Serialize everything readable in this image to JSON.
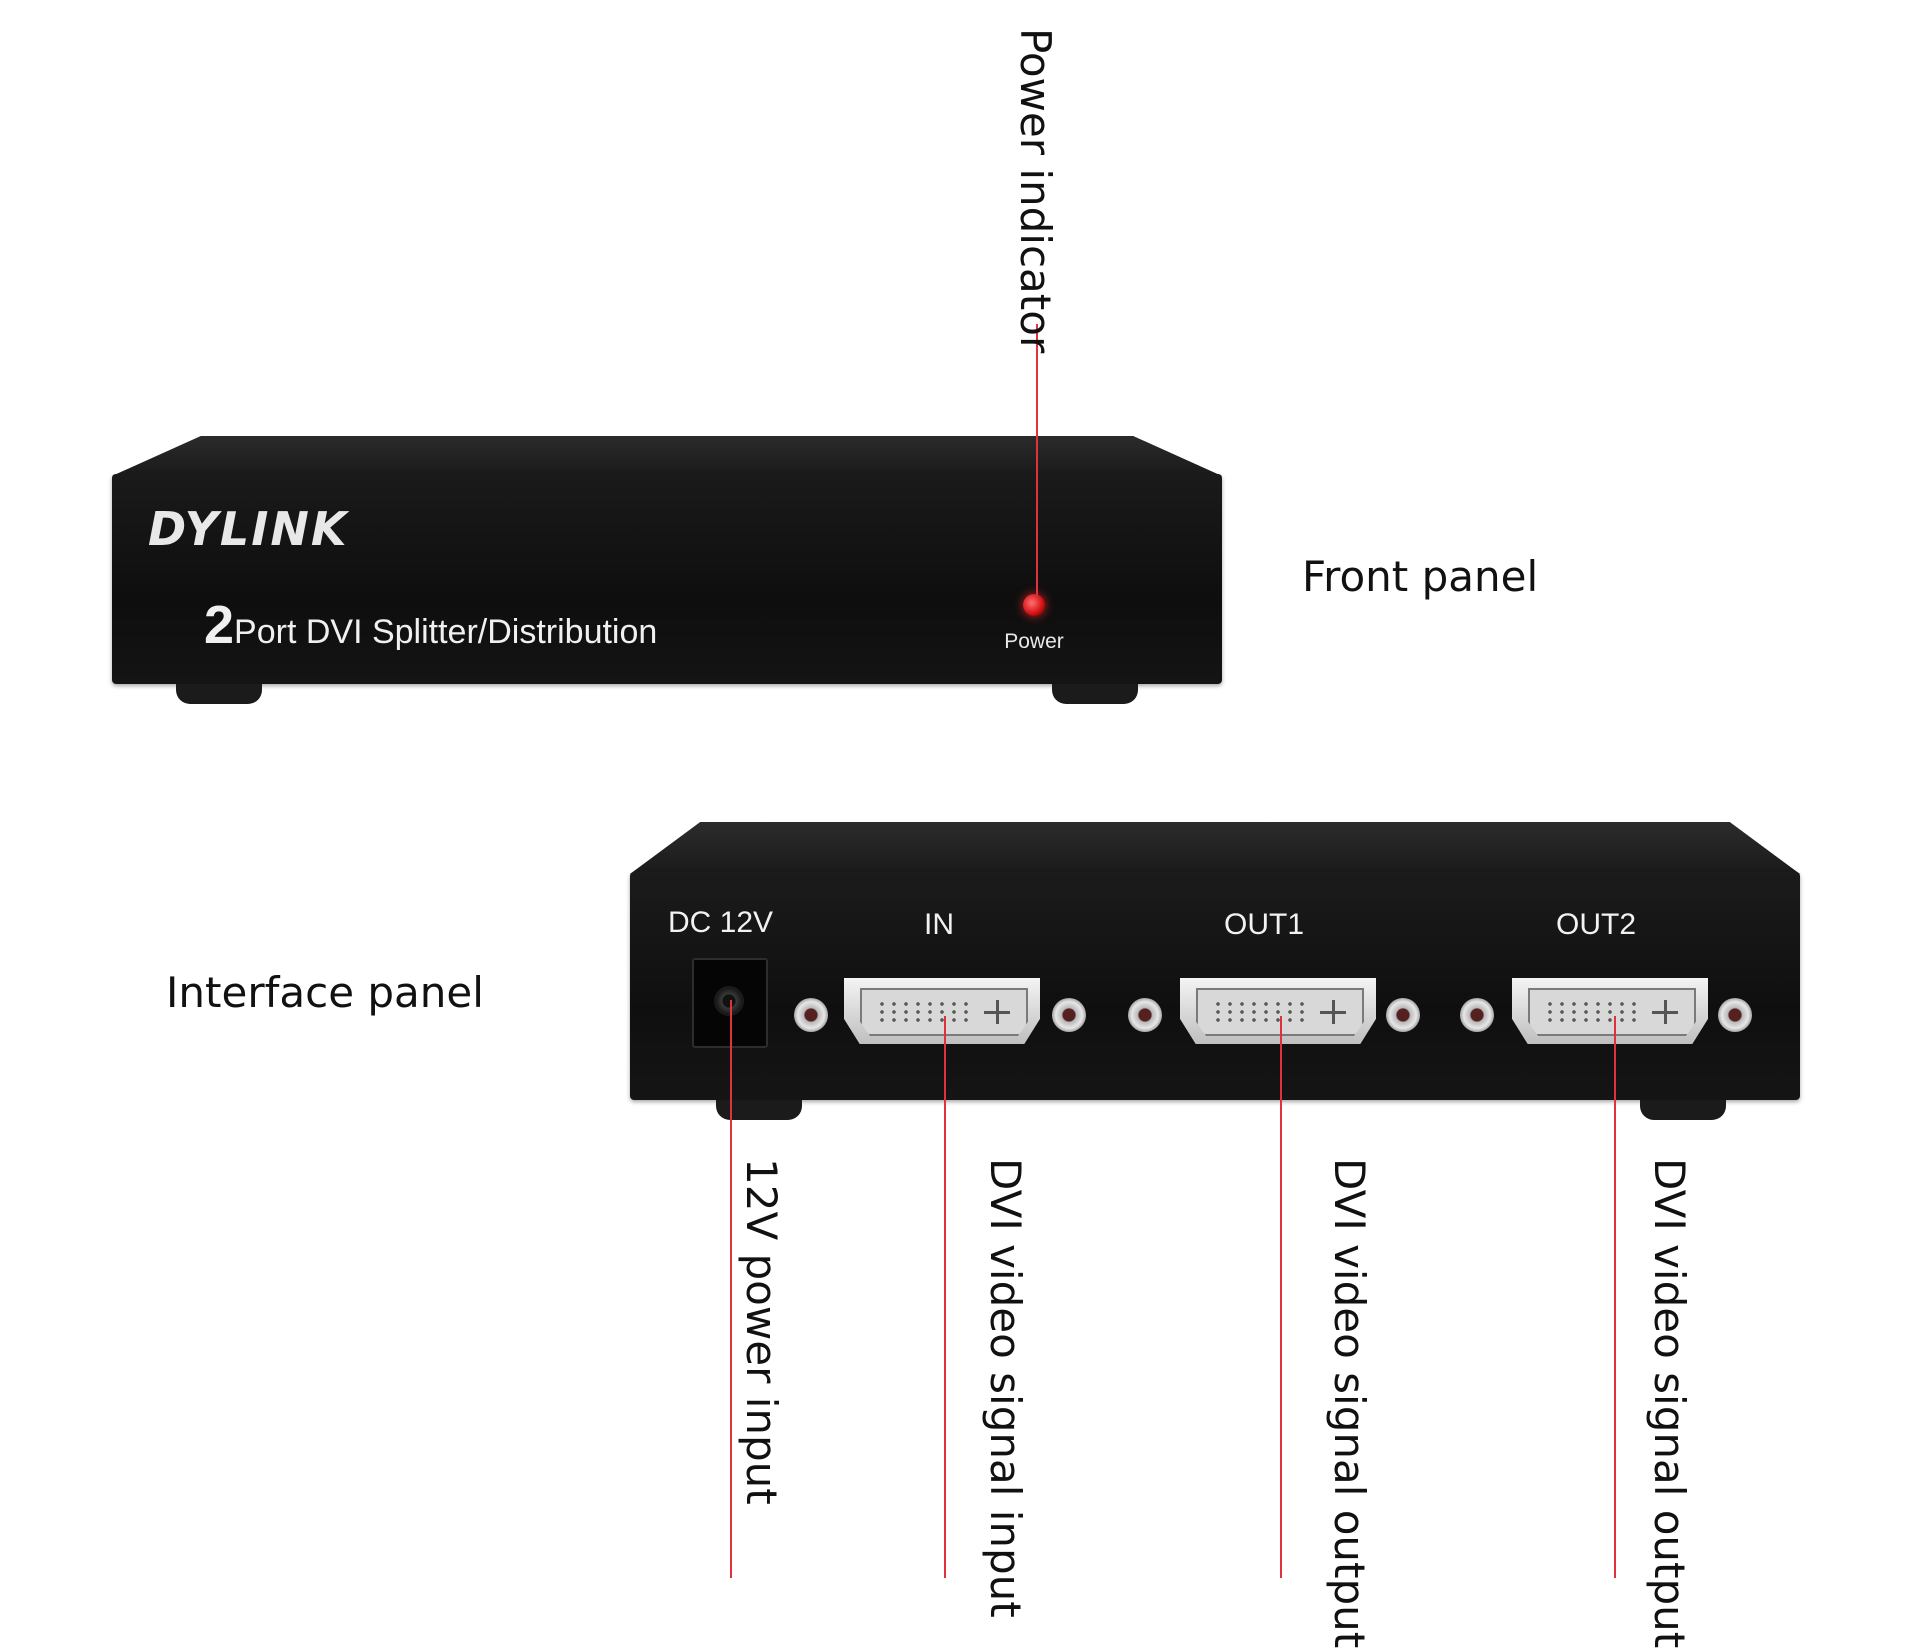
{
  "front_panel": {
    "brand": "DYLINK",
    "model_number": "2",
    "model_text": "Port DVI Splitter/Distribution",
    "power_label": "Power",
    "led_color": "#d20d10"
  },
  "back_panel": {
    "ports": [
      {
        "label": "DC 12V"
      },
      {
        "label": "IN"
      },
      {
        "label": "OUT1"
      },
      {
        "label": "OUT2"
      }
    ]
  },
  "callouts": {
    "power_indicator": "Power indicator",
    "front_panel": "Front panel",
    "interface_panel": "Interface panel",
    "power_input": "12V power input",
    "dvi_input": "DVI video signal input",
    "dvi_output_1": "DVI video signal output",
    "dvi_output_2": "DVI video signal output"
  },
  "colors": {
    "leader_line": "#e0323c",
    "device_body": "#111111"
  }
}
